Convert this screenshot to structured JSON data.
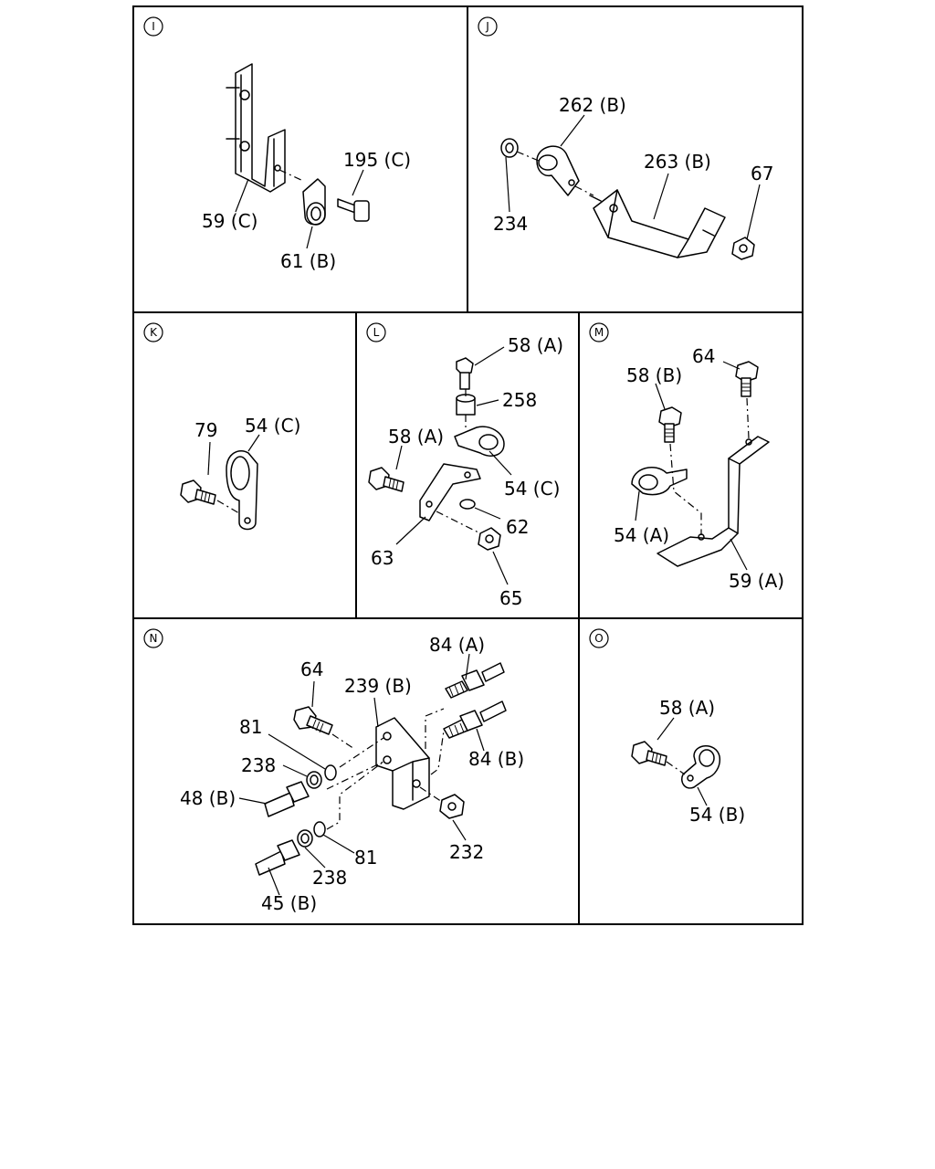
{
  "sections": [
    {
      "id": "I",
      "letter": "I",
      "labels": [
        "59 (C)",
        "61 (B)",
        "195 (C)"
      ]
    },
    {
      "id": "J",
      "letter": "J",
      "labels": [
        "262 (B)",
        "263 (B)",
        "67",
        "234"
      ]
    },
    {
      "id": "K",
      "letter": "K",
      "labels": [
        "79",
        "54 (C)"
      ]
    },
    {
      "id": "L",
      "letter": "L",
      "labels": [
        "58 (A)",
        "258",
        "58 (A)",
        "54 (C)",
        "62",
        "63",
        "65"
      ]
    },
    {
      "id": "M",
      "letter": "M",
      "labels": [
        "64",
        "58 (B)",
        "54 (A)",
        "59 (A)"
      ]
    },
    {
      "id": "N",
      "letter": "N",
      "labels": [
        "64",
        "84 (A)",
        "239 (B)",
        "81",
        "84 (B)",
        "238",
        "48 (B)",
        "232",
        "81",
        "238",
        "45 (B)"
      ]
    },
    {
      "id": "O",
      "letter": "O",
      "labels": [
        "58 (A)",
        "54 (B)"
      ]
    }
  ]
}
